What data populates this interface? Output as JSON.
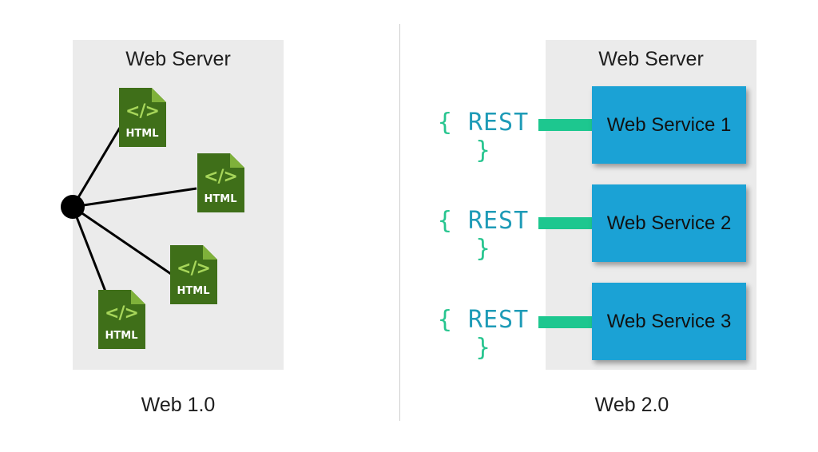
{
  "left": {
    "panel_title": "Web Server",
    "caption": "Web 1.0",
    "files": [
      {
        "tag": "</>",
        "label": "HTML"
      },
      {
        "tag": "</>",
        "label": "HTML"
      },
      {
        "tag": "</>",
        "label": "HTML"
      },
      {
        "tag": "</>",
        "label": "HTML"
      }
    ]
  },
  "right": {
    "panel_title": "Web Server",
    "caption": "Web 2.0",
    "services": [
      {
        "label": "Web Service 1",
        "api": {
          "open": "{",
          "text": "REST",
          "close": "}"
        }
      },
      {
        "label": "Web Service 2",
        "api": {
          "open": "{",
          "text": "REST",
          "close": "}"
        }
      },
      {
        "label": "Web Service 3",
        "api": {
          "open": "{",
          "text": "REST",
          "close": "}"
        }
      }
    ]
  },
  "colors": {
    "panel": "#ebebeb",
    "file_dark": "#3f6f19",
    "file_light": "#a7d65a",
    "service_box": "#1ba2d5",
    "connector": "#1dc78f",
    "rest_text": "#1e9bb7",
    "hub": "#000000"
  },
  "icons": [
    "html-file-icon",
    "hub-node-icon"
  ]
}
